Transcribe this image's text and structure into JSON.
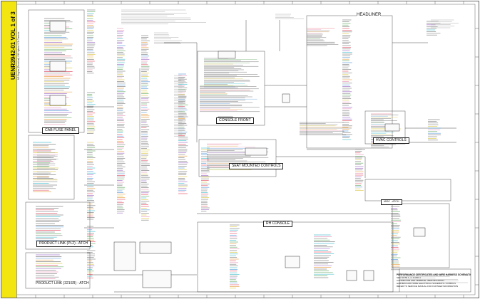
{
  "document": {
    "title": "UENR3942-01 VOL 1 of 3",
    "subtitle": "M3 Engine (Electrical) / B1 Hybrid / C1 Controls"
  },
  "zones": {
    "headliner": "HEADLINER",
    "cab_fuse_panel": "CAB FUSE PANEL",
    "console_front": "CONSOLE FRONT",
    "seat_mounted_controls": "SEAT MOUNTED CONTROLS",
    "hvac_controls": "HVAC CONTROLS",
    "rh_console": "RH CONSOLE",
    "product_link_1": "PRODUCT LINK (PL2) - ATCH",
    "product_link_2": "PRODUCT LINK (321SR) - ATCH",
    "misc": "MISC - ATCH"
  },
  "notes": {
    "heading": "PERFORMANCE CERTIFICATES AND WIRE HARNESS SCHEMATIC REFERENCE",
    "lines": [
      "SEE NOTE 1, 2, 3 AND 4",
      "CONNECTOR AND TERMINAL IDENTIFICATION",
      "HARNESS AND WIRE ELECTRICAL SCHEMATIC SYMBOLS",
      "REFER TO SERVICE MANUAL FOR FURTHER INFORMATION"
    ]
  },
  "colors": {
    "title_band": "#f3e50f",
    "wire_red": "#e0455a",
    "wire_blue": "#4f93d6",
    "wire_cyan": "#39b9c8",
    "wire_green": "#5aa55a",
    "wire_orange": "#e59a3a",
    "wire_purple": "#9a62c4",
    "wire_pink": "#e58fb4",
    "wire_yellow": "#d9c23a",
    "line": "#333333"
  }
}
